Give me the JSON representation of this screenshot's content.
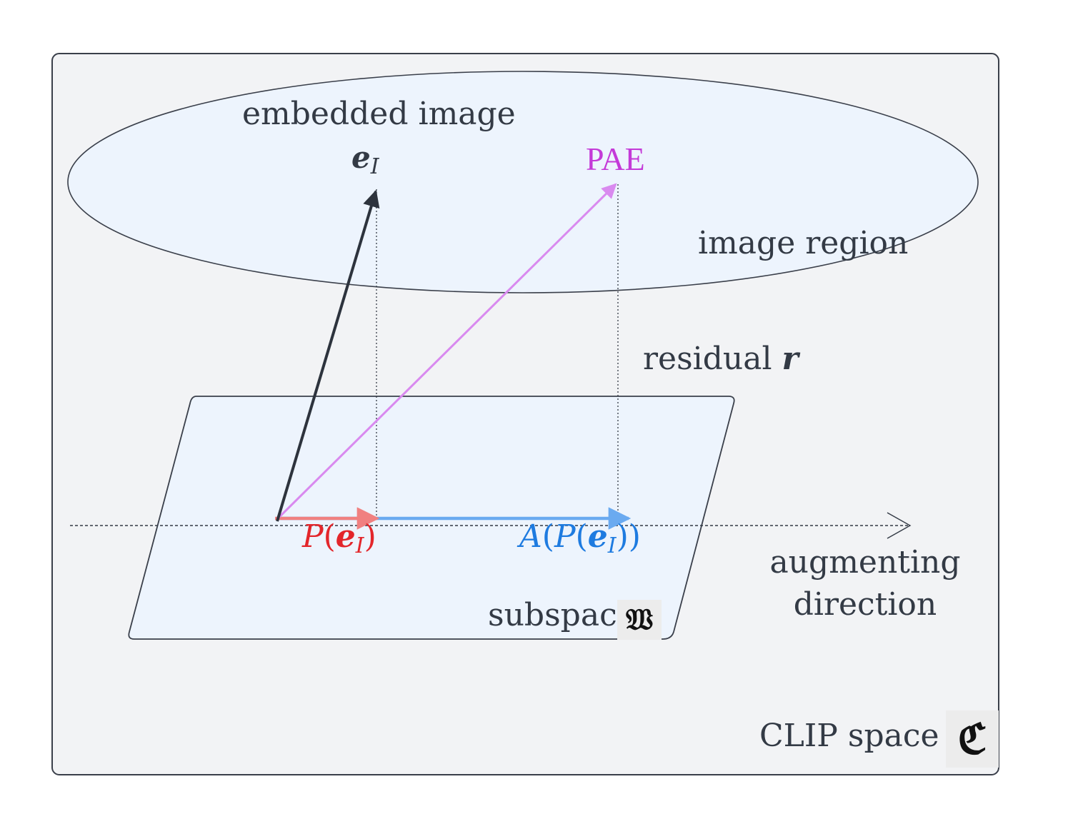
{
  "labels": {
    "embedded_image": "embedded image",
    "e_I_main": "e",
    "e_I_sub": "I",
    "pae": "PAE",
    "image_region": "image region",
    "residual": "residual",
    "residual_symbol": "r",
    "augmenting_line1": "augmenting",
    "augmenting_line2": "direction",
    "subspace": "subspace",
    "subspace_symbol": "𝔚",
    "clip_space": "CLIP space",
    "clip_symbol": "ℭ",
    "proj_P": "P",
    "proj_e": "e",
    "proj_sub": "I",
    "aug_A": "A",
    "aug_P": "P",
    "aug_e": "e",
    "aug_sub": "I",
    "open_paren": "(",
    "close_paren": ")",
    "close_paren2": "))"
  },
  "colors": {
    "clip_box_fill": "#f2f3f5",
    "clip_box_stroke": "#3a3f4a",
    "region_fill": "#edf4fd",
    "text_dark": "#333a45",
    "pae": "#c43ad8",
    "pae_arrow": "#d98aef",
    "projection_red": "#e3262b",
    "projection_arrow": "#f08080",
    "augment_blue": "#1e7be0",
    "augment_arrow": "#6aaaf0",
    "vector_dark": "#2d333d"
  }
}
